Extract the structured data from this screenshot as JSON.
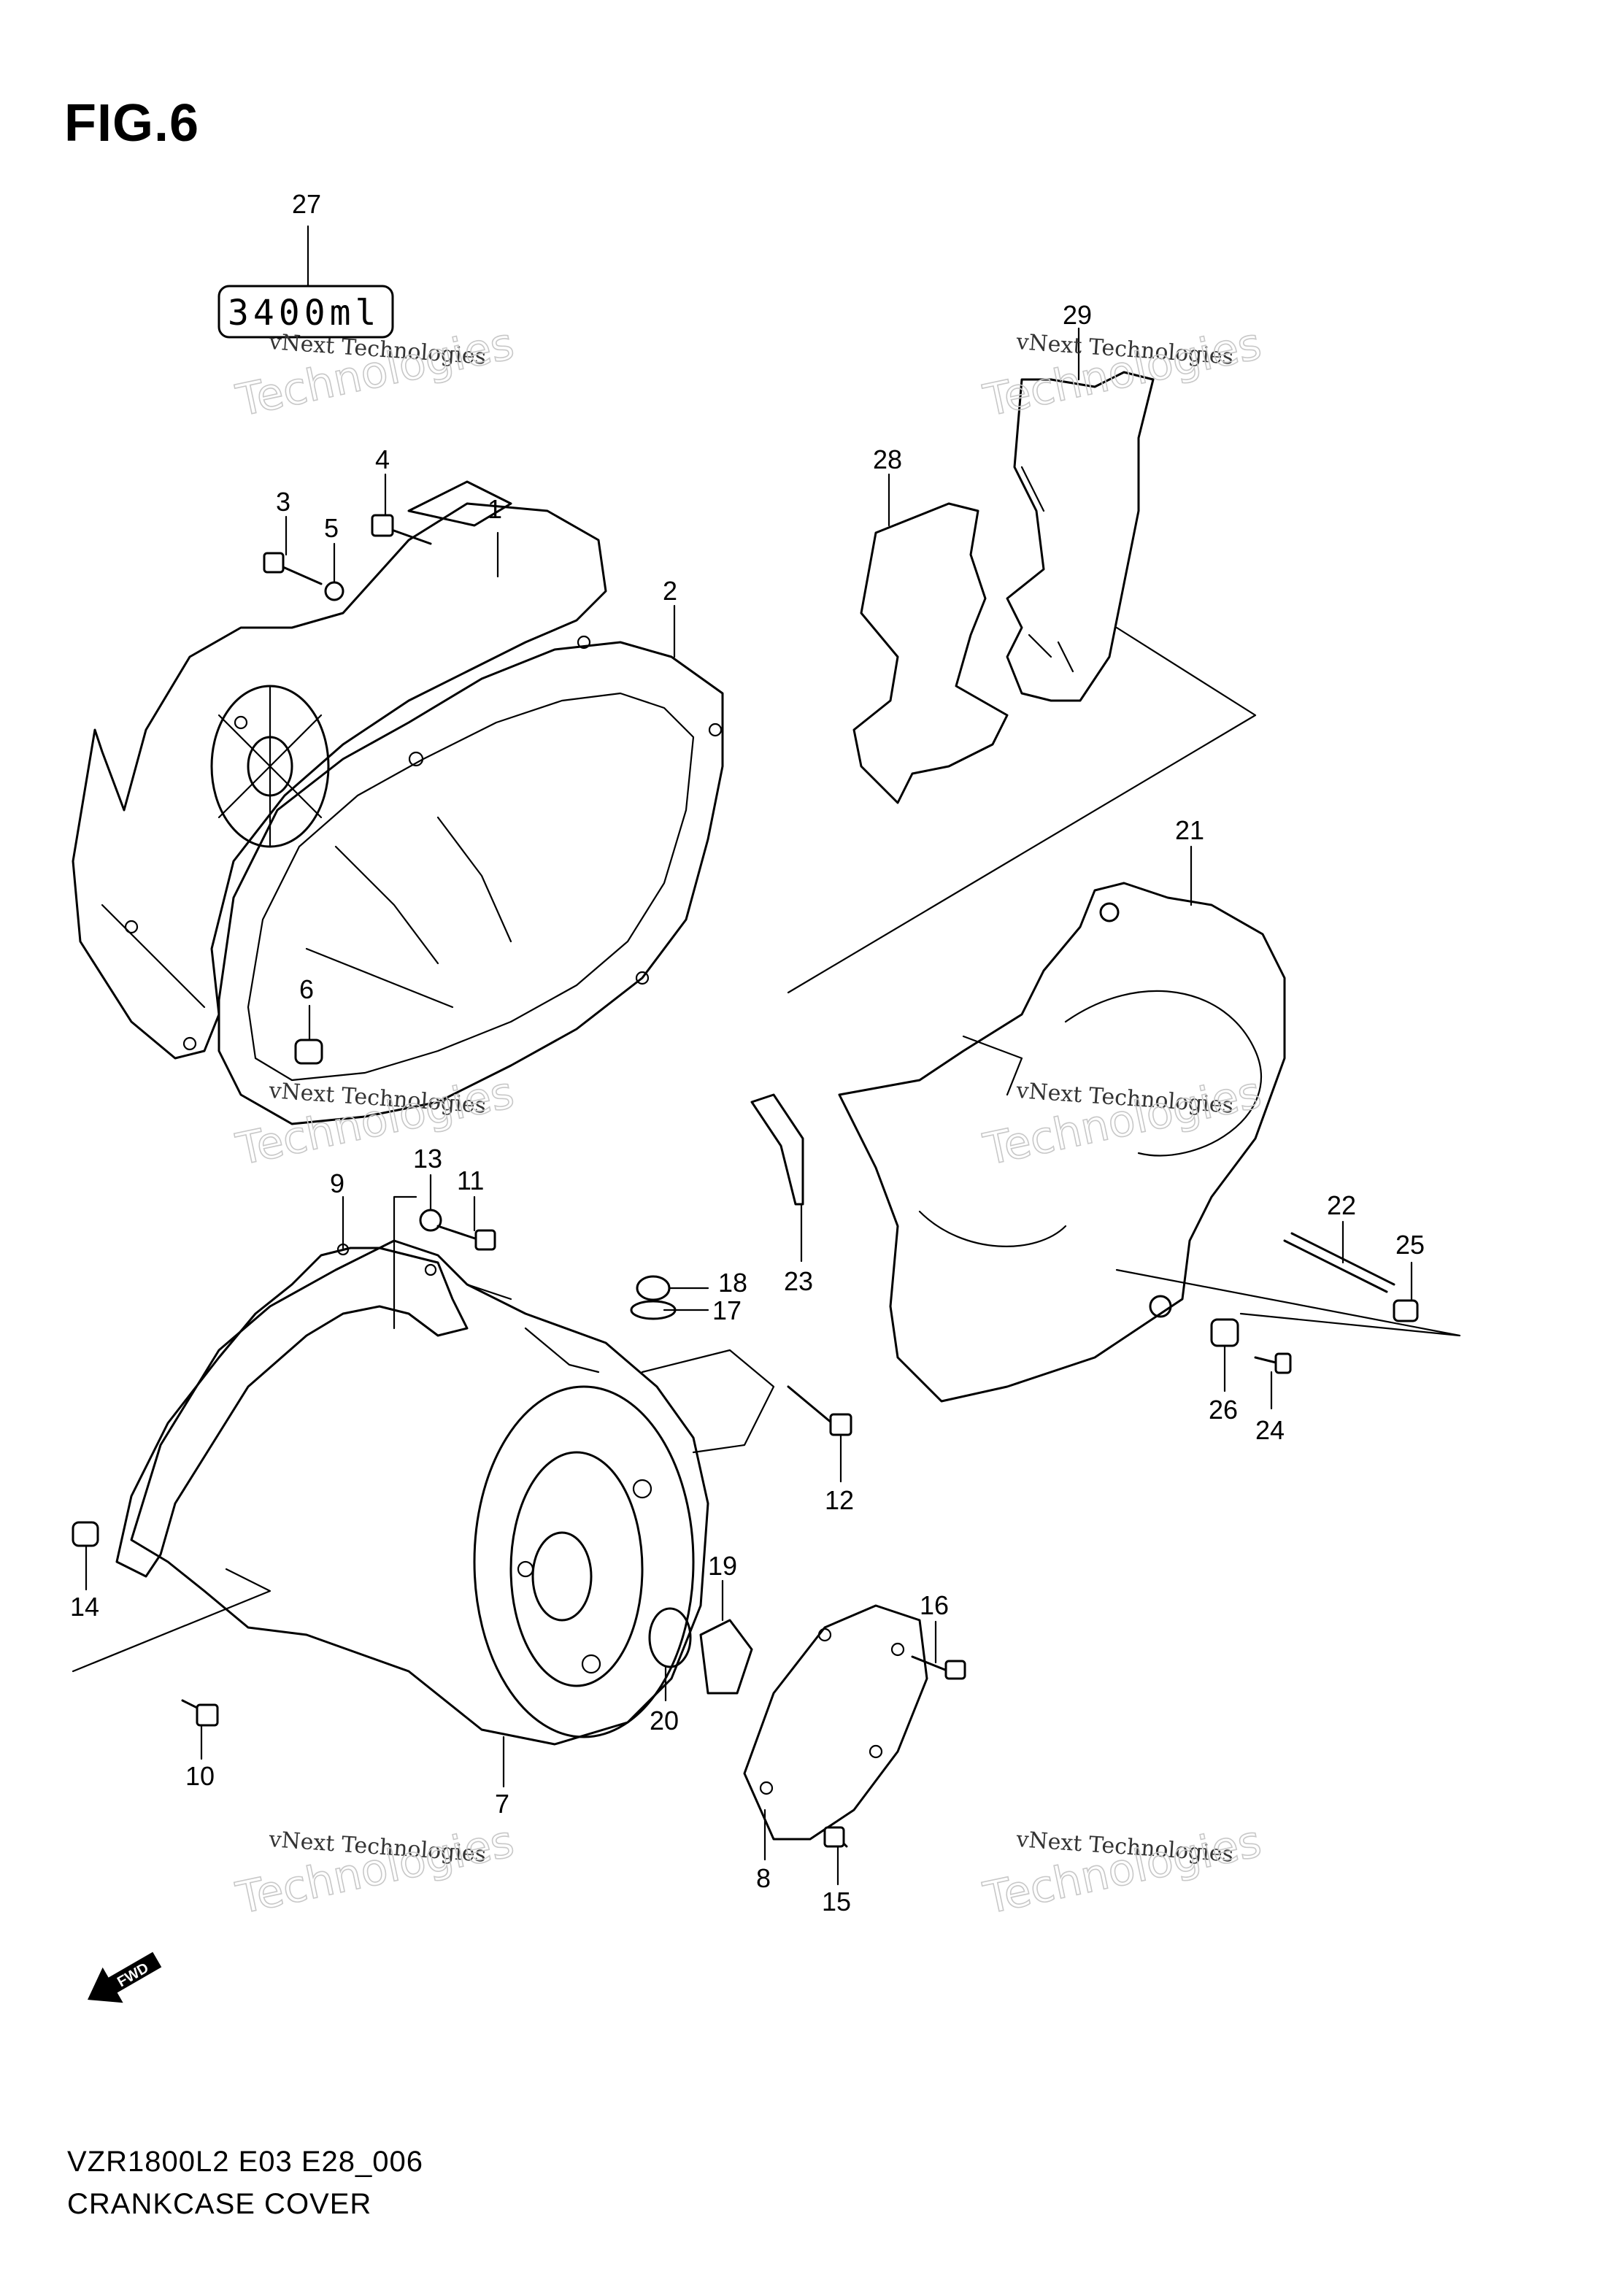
{
  "figure": {
    "title": "FIG.6"
  },
  "footer": {
    "model_code": "VZR1800L2 E03 E28_006",
    "section_name": "CRANKCASE COVER"
  },
  "sealant_box": {
    "label": "3400ml"
  },
  "fwd_arrow": {
    "label": "FWD"
  },
  "watermark": {
    "line1": "vNext Technologies",
    "big": "Technologies"
  },
  "part_numbers": [
    "1",
    "2",
    "3",
    "4",
    "5",
    "6",
    "7",
    "8",
    "9",
    "10",
    "11",
    "12",
    "13",
    "14",
    "15",
    "16",
    "17",
    "18",
    "19",
    "20",
    "21",
    "22",
    "23",
    "24",
    "25",
    "26",
    "27",
    "28",
    "29"
  ]
}
